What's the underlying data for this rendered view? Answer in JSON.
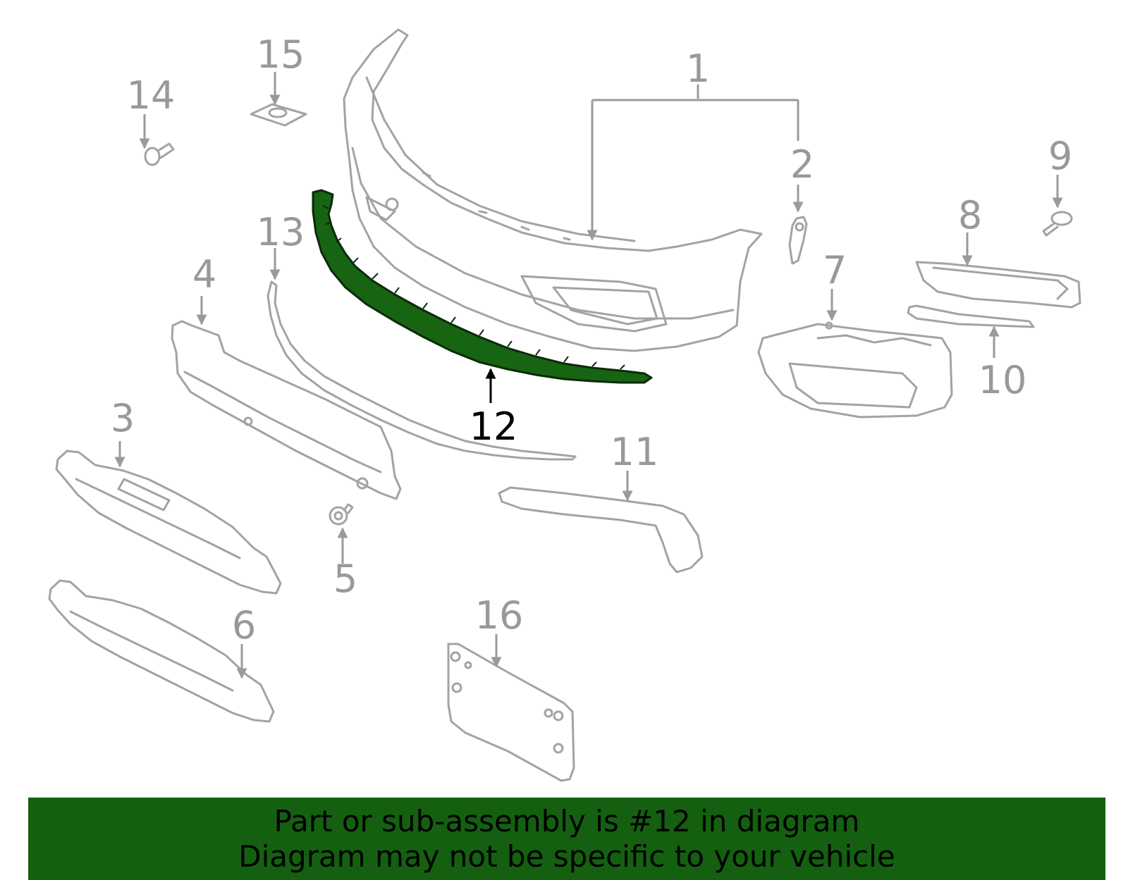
{
  "diagram": {
    "highlight_color": "#176412",
    "callouts": [
      "1",
      "2",
      "3",
      "4",
      "5",
      "6",
      "7",
      "8",
      "9",
      "10",
      "11",
      "12",
      "13",
      "14",
      "15",
      "16"
    ],
    "highlighted_callout": "12"
  },
  "banner": {
    "background": "#146010",
    "line1": "Part or sub-assembly is #12 in diagram",
    "line2": "Diagram may not be specific to your vehicle"
  }
}
